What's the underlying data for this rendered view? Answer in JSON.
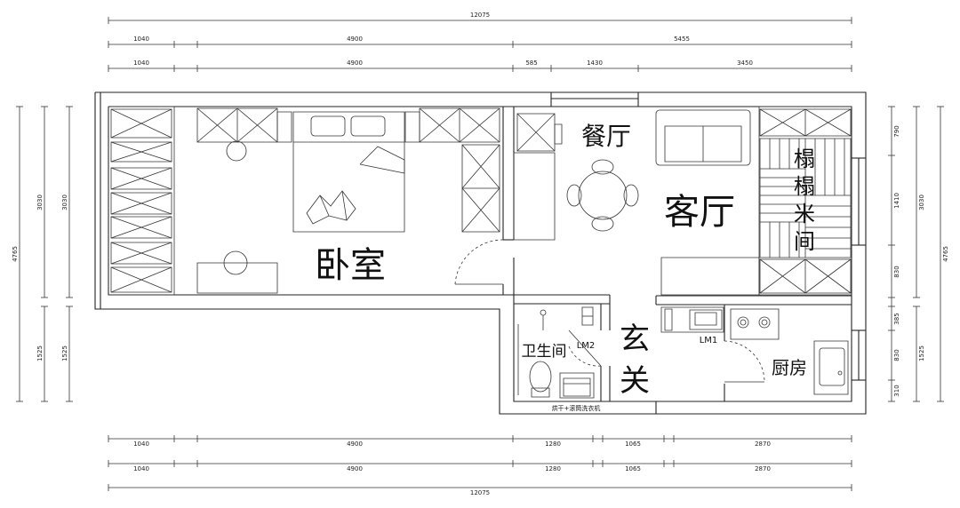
{
  "rooms": {
    "bedroom": "卧室",
    "dining": "餐厅",
    "living": "客厅",
    "tatami_1": "榻",
    "tatami_2": "榻",
    "tatami_3": "米",
    "tatami_4": "间",
    "bathroom": "卫生间",
    "entry_1": "玄",
    "entry_2": "关",
    "kitchen": "厨房"
  },
  "labels": {
    "lm2": "LM2",
    "lm1": "LM1",
    "washer_note": "烘干+滚筒洗衣机"
  },
  "dimensions": {
    "top_total": "12075",
    "top_row1": [
      "1040",
      "4900",
      "5455"
    ],
    "top_row2": [
      "1040",
      "4900",
      "585",
      "1430",
      "3450"
    ],
    "bottom_row1": [
      "1040",
      "4900",
      "1280",
      "1065",
      "2870"
    ],
    "bottom_row2": [
      "1040",
      "4900",
      "1280",
      "1065",
      "2870"
    ],
    "bottom_total": "12075",
    "left_outer": "4765",
    "left_a_upper": "3030",
    "left_b_upper": "3030",
    "left_a_lower": "1525",
    "left_b_lower": "1525",
    "right_inner": [
      "790",
      "1410",
      "830",
      "385",
      "830",
      "310"
    ],
    "right_mid_upper": "3030",
    "right_mid_lower": "1525",
    "right_outer": "4765"
  }
}
